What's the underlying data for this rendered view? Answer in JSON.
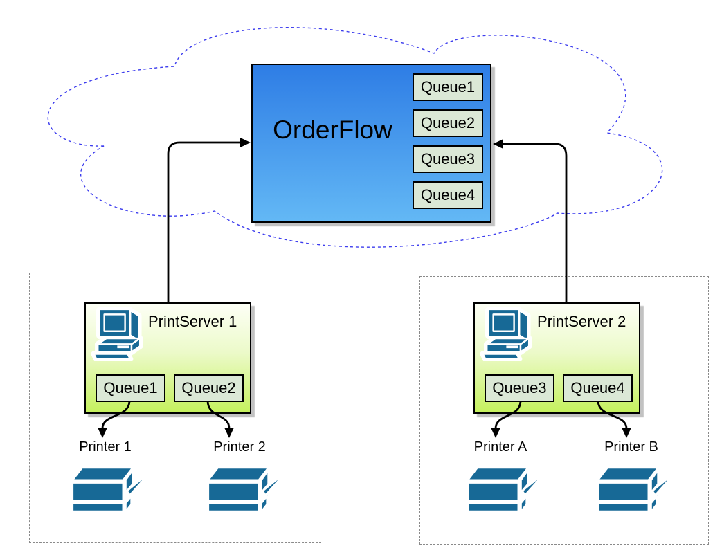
{
  "orderflow": {
    "title": "OrderFlow",
    "queues": [
      {
        "label": "Queue1"
      },
      {
        "label": "Queue2"
      },
      {
        "label": "Queue3"
      },
      {
        "label": "Queue4"
      }
    ]
  },
  "print_servers": [
    {
      "title": "PrintServer 1",
      "queues": [
        {
          "label": "Queue1"
        },
        {
          "label": "Queue2"
        }
      ]
    },
    {
      "title": "PrintServer 2",
      "queues": [
        {
          "label": "Queue3"
        },
        {
          "label": "Queue4"
        }
      ]
    }
  ],
  "printers": [
    {
      "label": "Printer 1"
    },
    {
      "label": "Printer 2"
    },
    {
      "label": "Printer A"
    },
    {
      "label": "Printer B"
    }
  ],
  "colors": {
    "cloud_stroke": "#3d3dee",
    "orderflow_gradient_top": "#2e7de5",
    "orderflow_gradient_bottom": "#63b8f5",
    "server_gradient_top": "#fdfff6",
    "server_gradient_bottom": "#c5f15e",
    "queue_fill": "#dbe8d6",
    "device_teal": "#176996",
    "connector_black": "#000000",
    "boundary_dash_gray": "#8a8a8a"
  }
}
